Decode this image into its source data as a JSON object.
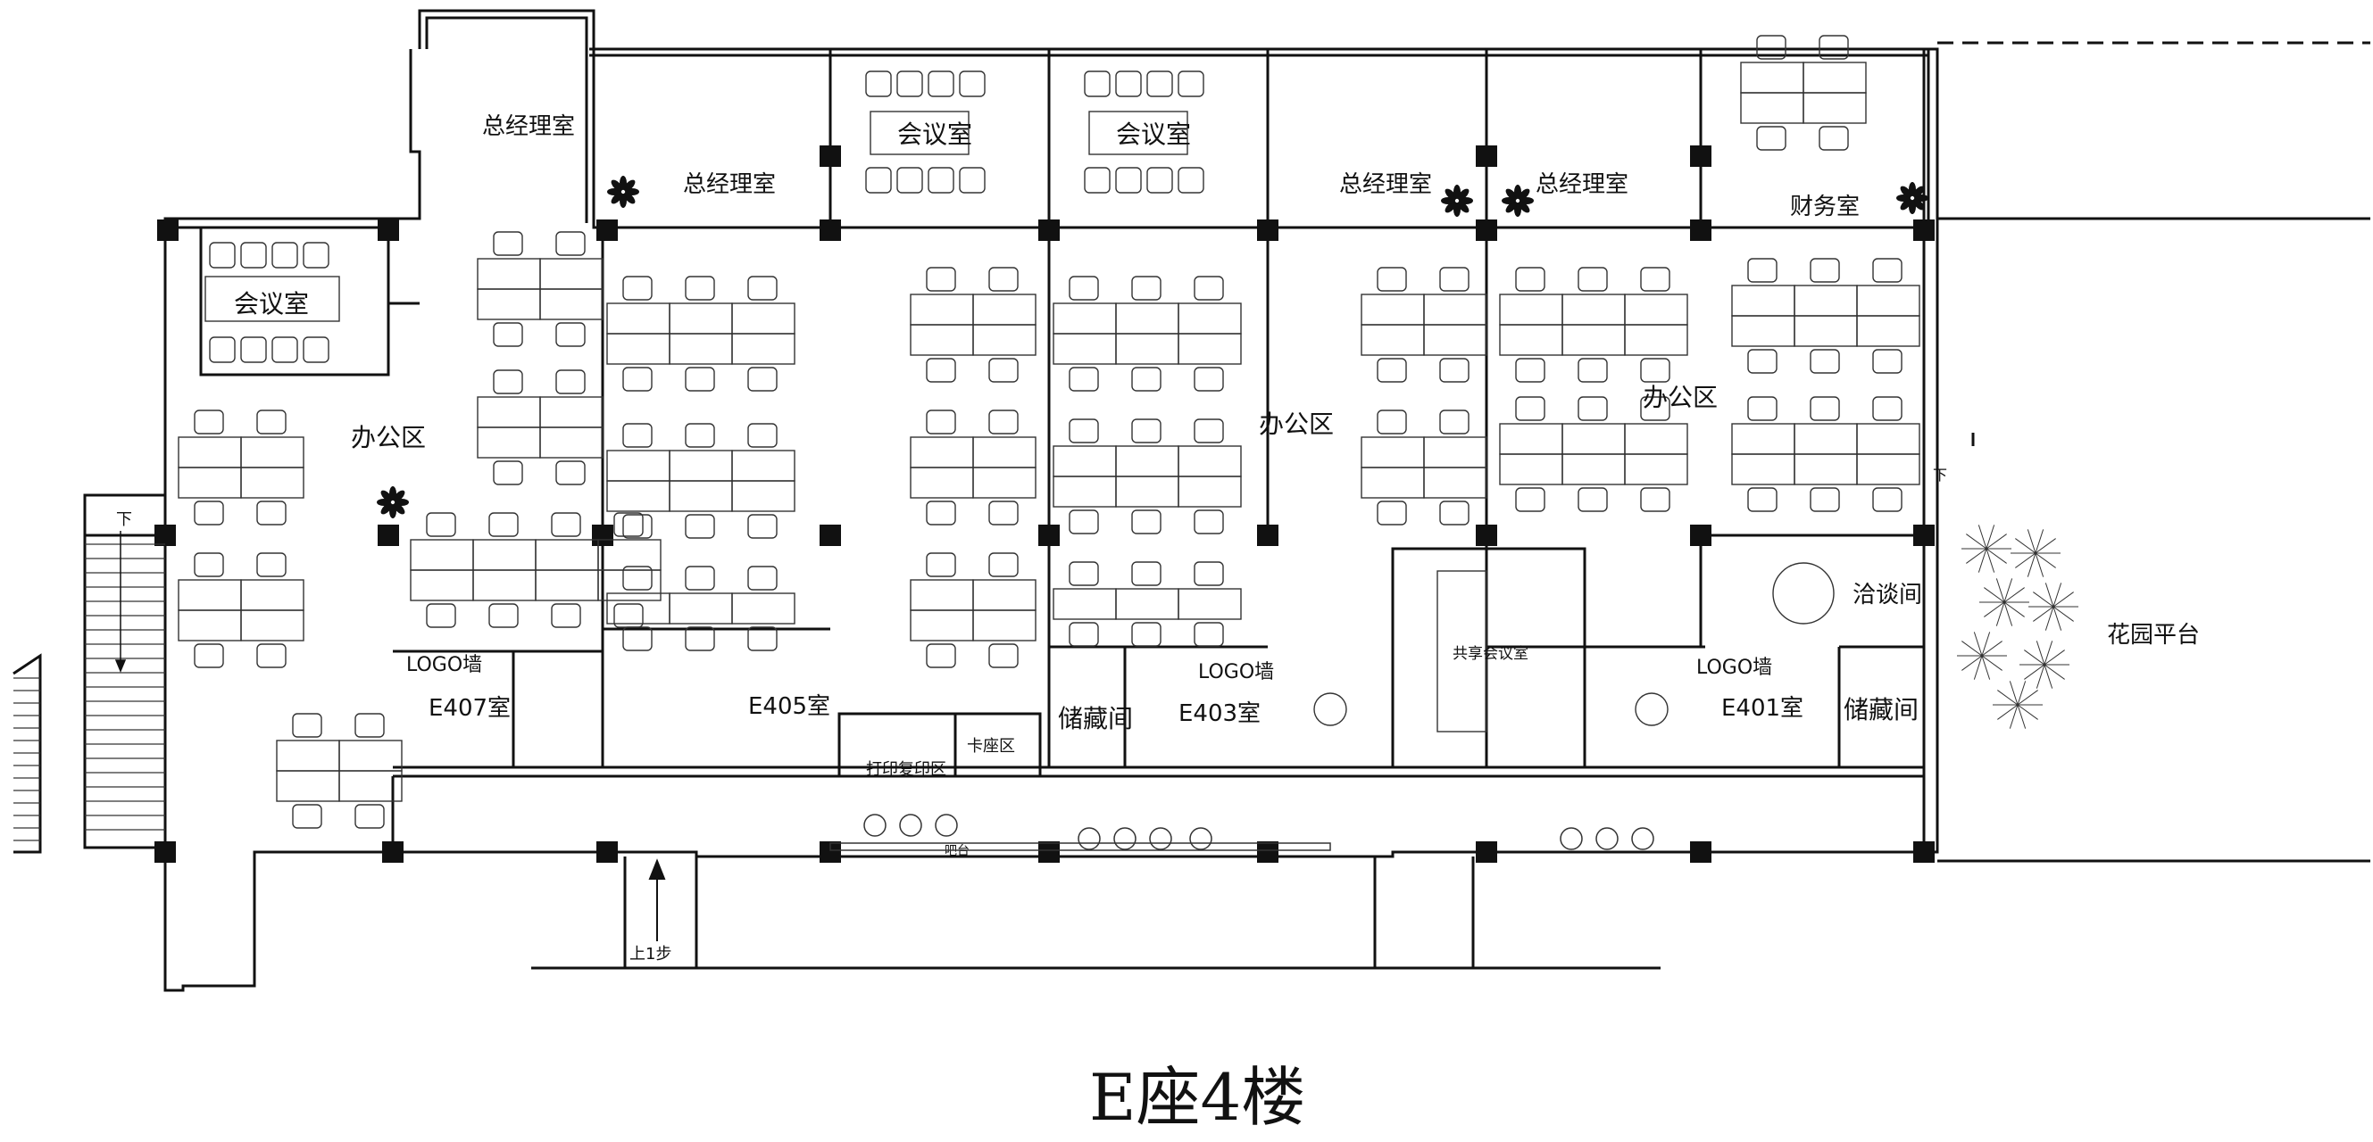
{
  "plan": {
    "title": "E座4楼",
    "stair_down": "下",
    "step_up": "上1步",
    "bar_counter": "吧台",
    "logo_wall": "LOGO墙",
    "rooms": {
      "gm_office_top": "总经理室",
      "gm_office_1": "总经理室",
      "meeting_1": "会议室",
      "meeting_2": "会议室",
      "meeting_left": "会议室",
      "gm_office_2": "总经理室",
      "gm_office_3": "总经理室",
      "finance": "财务室",
      "office_area_left": "办公区",
      "office_area_mid": "办公区",
      "office_area_right": "办公区",
      "shared_meeting": "共享会议室",
      "negotiation": "洽谈间",
      "garden_terrace": "花园平台",
      "e407": "E407室",
      "e405": "E405室",
      "e403": "E403室",
      "e401": "E401室",
      "storage_1": "储藏间",
      "storage_2": "储藏间",
      "print_area": "打印复印区",
      "booth_area": "卡座区"
    }
  }
}
